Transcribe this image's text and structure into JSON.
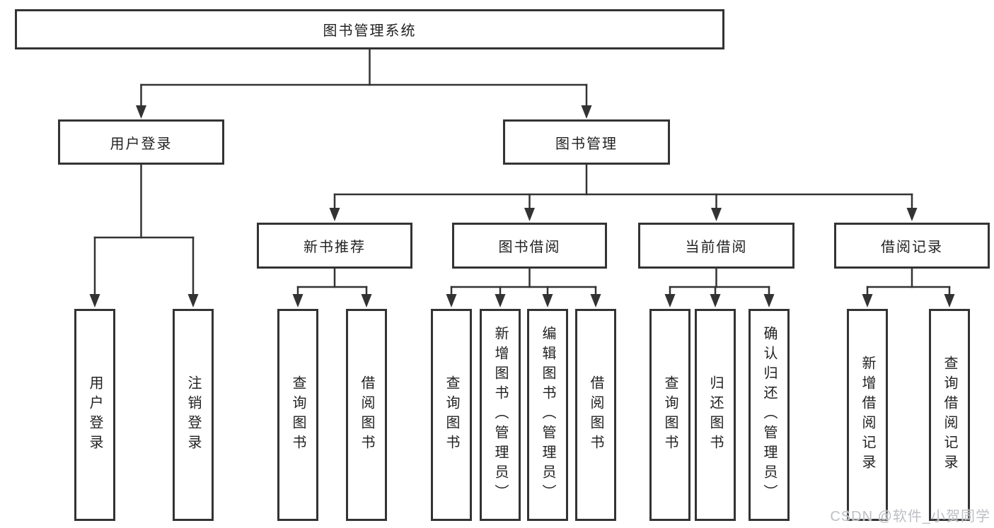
{
  "diagram": {
    "root": "图书管理系统",
    "level2": [
      {
        "label": "用户登录"
      },
      {
        "label": "图书管理"
      }
    ],
    "level3": [
      {
        "label": "新书推荐"
      },
      {
        "label": "图书借阅"
      },
      {
        "label": "当前借阅"
      },
      {
        "label": "借阅记录"
      }
    ],
    "leaves": {
      "user_login": [
        "用户登录",
        "注销登录"
      ],
      "new_book": [
        "查询图书",
        "借阅图书"
      ],
      "book_borrow": [
        "查询图书",
        "新增图书（管理员）",
        "编辑图书（管理员）",
        "借阅图书"
      ],
      "current_borrow": [
        "查询图书",
        "归还图书",
        "确认归还（管理员）"
      ],
      "borrow_record": [
        "新增借阅记录",
        "查询借阅记录"
      ]
    }
  },
  "watermark": {
    "text": "CSDN @软件_小贺同学"
  },
  "colors": {
    "line": "#333333",
    "box_border": "#333333",
    "text": "#222222",
    "watermark_text": "#bdbfc4",
    "background": "#ffffff"
  }
}
